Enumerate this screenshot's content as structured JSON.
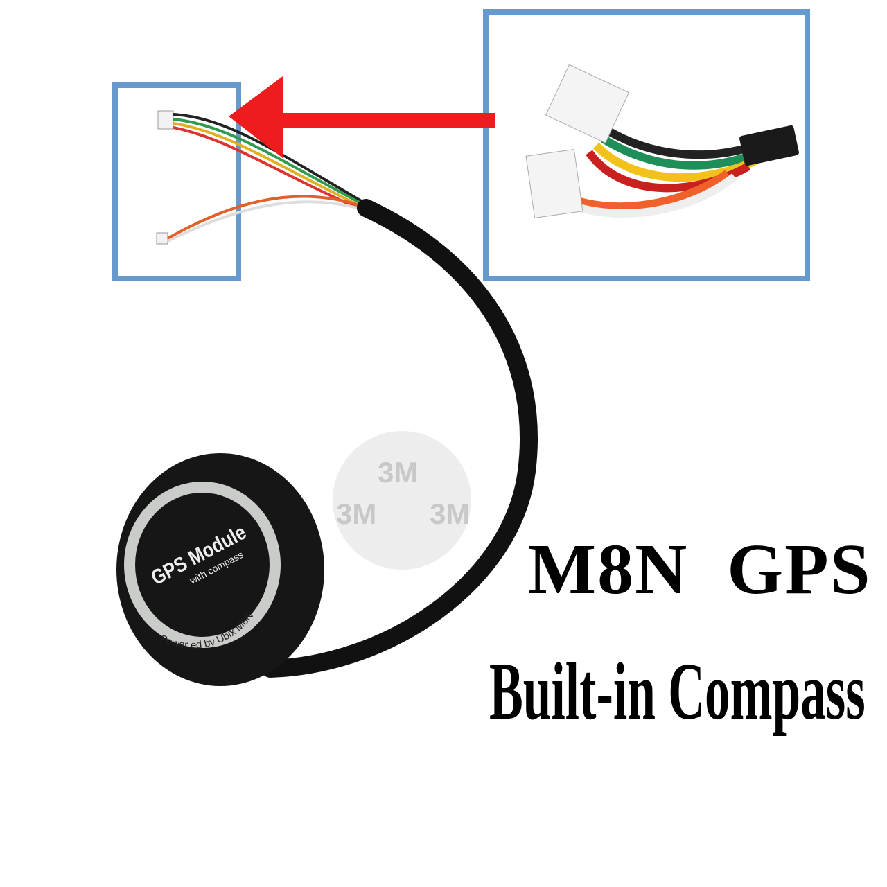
{
  "product": {
    "headline": "M8N  GPS",
    "subheadline": "Built-in Compass",
    "module_label": "GPS Module",
    "module_sublabel": "with compass",
    "module_ring_text": "Power ed by Ubix M8N",
    "sticker_text": "3M"
  },
  "colors": {
    "frame": "#6699cc",
    "arrow": "#ee1c1c",
    "cable": "#111111",
    "module": "#161616",
    "ring": "#c9ccc8"
  }
}
